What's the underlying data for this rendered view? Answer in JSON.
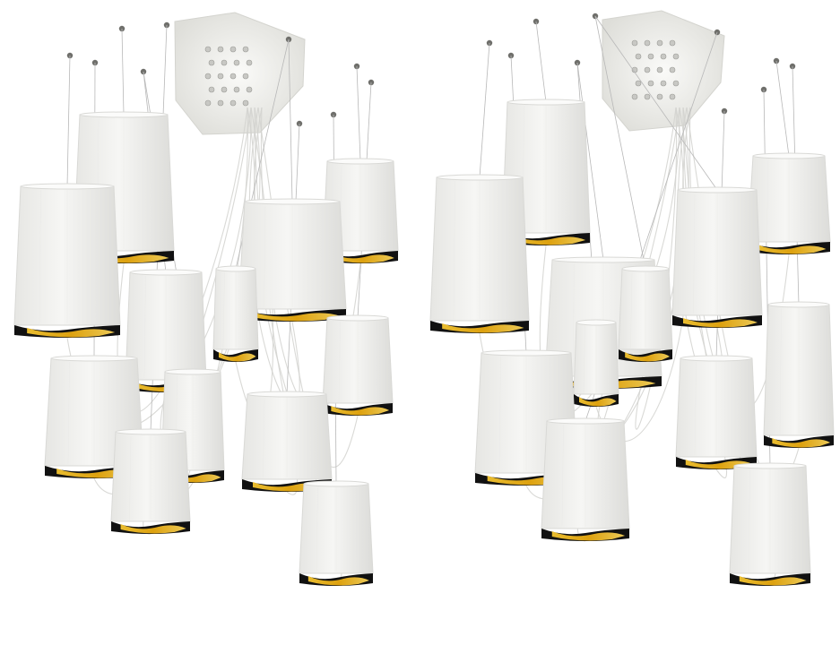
{
  "image": {
    "subject": "pendant-lamp-clusters",
    "background_color": "#ffffff",
    "shade_outer_color": "#f1f1ef",
    "shade_shadow_color": "#d9d9d6",
    "shade_inner_dark_color": "#111111",
    "shade_inner_gold_color": "#e9b422",
    "cable_color": "#b8b8b8",
    "canopy_color": "#eeeeec"
  },
  "clusters": [
    {
      "id": "left-cluster",
      "lamp_count": 12
    },
    {
      "id": "right-cluster",
      "lamp_count": 12
    }
  ]
}
